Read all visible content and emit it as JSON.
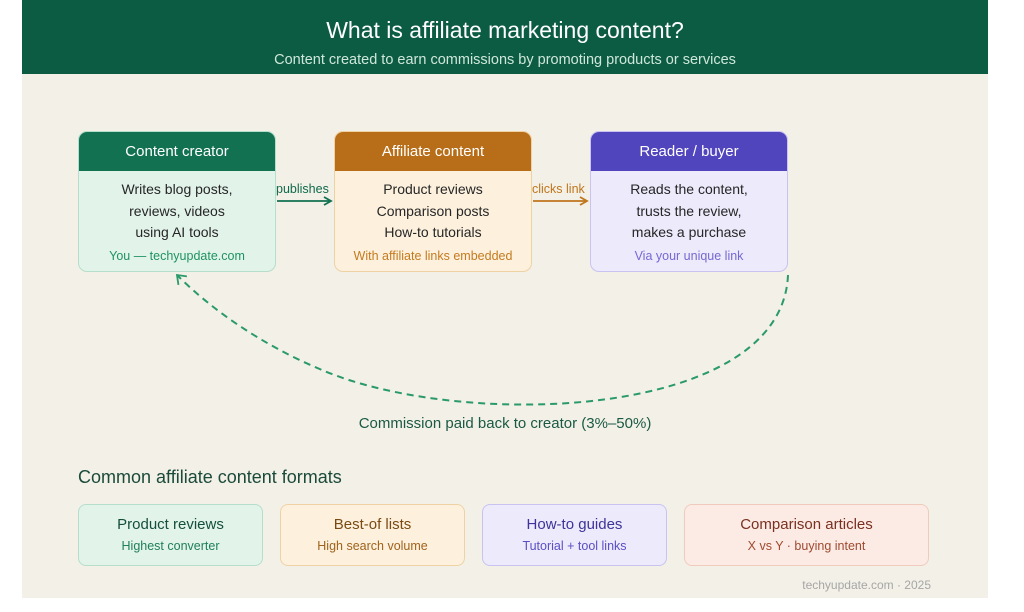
{
  "header": {
    "title": "What is affiliate marketing content?",
    "subtitle": "Content created to earn commissions by promoting products or services"
  },
  "flow": {
    "creator": {
      "title": "Content creator",
      "lines": [
        "Writes blog posts,",
        "reviews, videos",
        "using AI tools"
      ],
      "footnote": "You — techyupdate.com"
    },
    "content": {
      "title": "Affiliate content",
      "lines": [
        "Product reviews",
        "Comparison posts",
        "How-to tutorials"
      ],
      "footnote": "With affiliate links embedded"
    },
    "reader": {
      "title": "Reader / buyer",
      "lines": [
        "Reads the content,",
        "trusts the review,",
        "makes a purchase"
      ],
      "footnote": "Via your unique link"
    },
    "edge_publishes": "publishes",
    "edge_clicks": "clicks link",
    "commission": "Commission paid back to creator (3%–50%)"
  },
  "formats": {
    "heading": "Common affiliate content formats",
    "cards": [
      {
        "title": "Product reviews",
        "sub": "Highest converter"
      },
      {
        "title": "Best-of lists",
        "sub": "High search volume"
      },
      {
        "title": "How-to guides",
        "sub": "Tutorial + tool links"
      },
      {
        "title": "Comparison articles",
        "sub": "X vs Y · buying intent"
      }
    ]
  },
  "footer": "techyupdate.com · 2025",
  "colors": {
    "header_bg": "#0c5c44",
    "creator": "#127151",
    "content": "#b86e19",
    "reader": "#5145bd",
    "commission_line": "#2a9a6a"
  }
}
